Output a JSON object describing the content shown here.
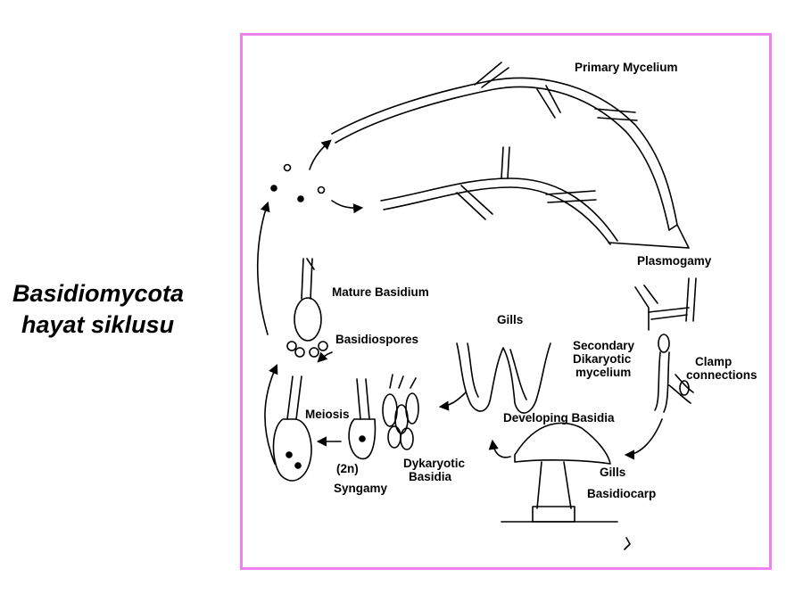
{
  "title": {
    "line1": "Basidiomycota",
    "line2": "hayat siklusu"
  },
  "labels": {
    "primary_mycelium": "Primary Mycelium",
    "plasmogamy": "Plasmogamy",
    "mature_basidium": "Mature Basidium",
    "basidiospores": "Basidiospores",
    "gills_top": "Gills",
    "secondary_mycelium": [
      "Secondary",
      "Dikaryotic",
      "mycelium"
    ],
    "clamp_connections": [
      "Clamp",
      "connections"
    ],
    "developing_basidia": "Developing Basidia",
    "meiosis": "Meiosis",
    "diploid": "(2n)",
    "syngamy": "Syngamy",
    "dikaryotic_basidia": [
      "Dykaryotic",
      "Basidia"
    ],
    "gills_bottom": "Gills",
    "basidiocarp": "Basidiocarp"
  },
  "colors": {
    "frame_border": "#ee82ee",
    "ink": "#000000",
    "background": "#ffffff"
  }
}
